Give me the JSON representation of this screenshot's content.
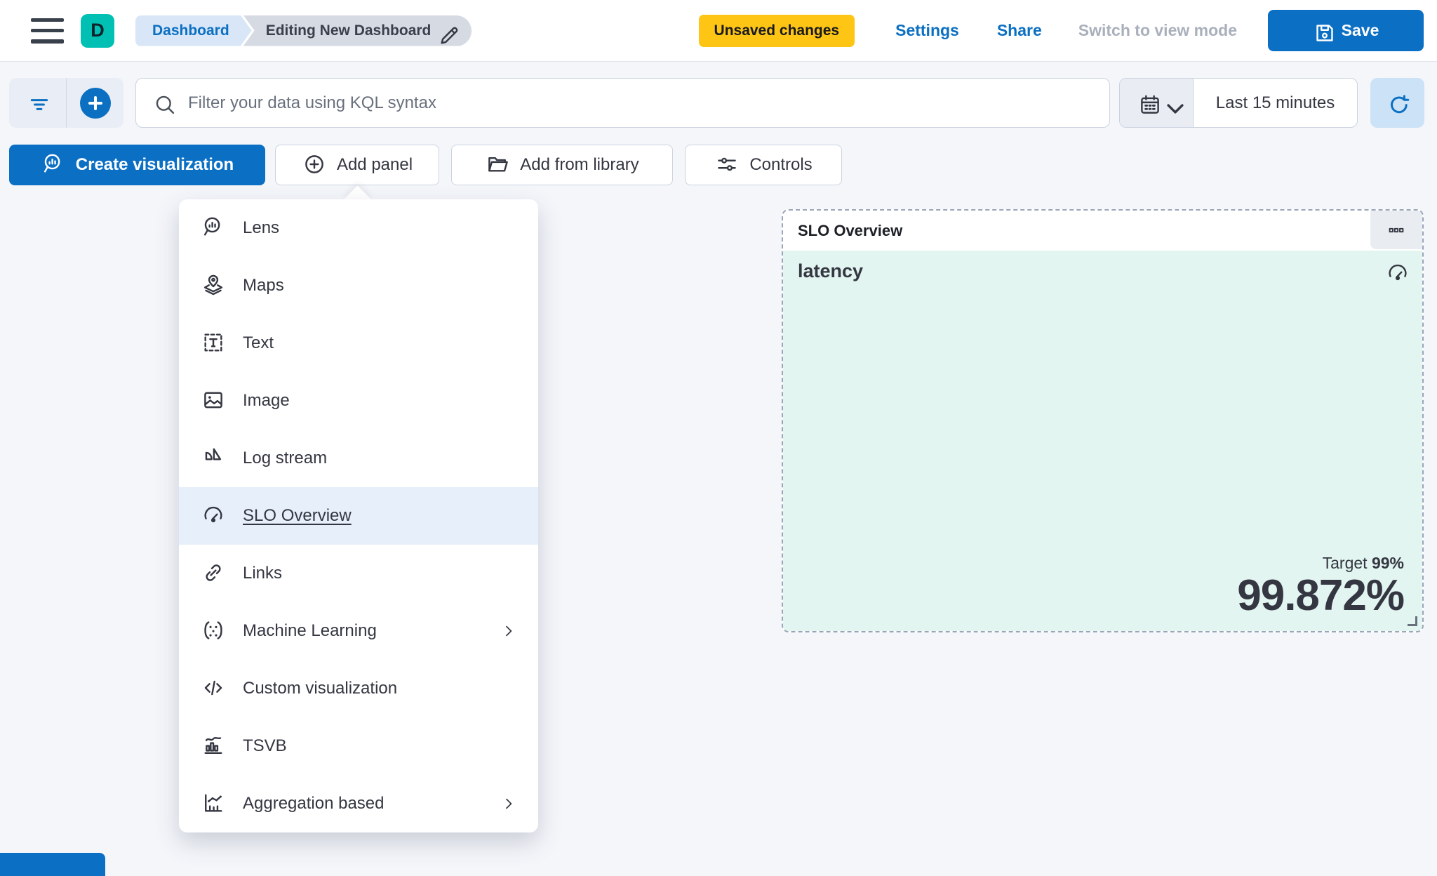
{
  "colors": {
    "accent_blue": "#0B6FC4",
    "link_blue": "#0B6FC2",
    "warning_yellow": "#FEC514",
    "brand_teal": "#00BFB3",
    "panel_tint_mint": "#E2F5F0",
    "menu_highlight": "#E7F0FA",
    "text_dark": "#343741",
    "muted_gray": "#A9B0BC"
  },
  "header": {
    "logo_letter": "D",
    "breadcrumb": {
      "first": "Dashboard",
      "second": "Editing New Dashboard",
      "second_icon": "pencil-icon"
    },
    "unsaved_badge": "Unsaved changes",
    "settings_link": "Settings",
    "share_link": "Share",
    "switch_link": "Switch to view mode",
    "save_button": {
      "label": "Save",
      "icon": "save-icon"
    }
  },
  "filter_bar": {
    "filter_icon": "filter-icon",
    "add_filter_icon": "plus-circle-icon",
    "search": {
      "icon": "search-icon",
      "placeholder": "Filter your data using KQL syntax"
    },
    "time_picker": {
      "calendar_icon": "calendar-icon",
      "chevron_icon": "chevron-down-icon",
      "value": "Last 15 minutes"
    },
    "refresh_icon": "refresh-icon"
  },
  "actions_bar": {
    "create_visualization": {
      "label": "Create visualization",
      "icon": "lens-icon"
    },
    "add_panel": {
      "label": "Add panel",
      "icon": "plus-circle-outline-icon"
    },
    "add_from_library": {
      "label": "Add from library",
      "icon": "folder-icon"
    },
    "controls": {
      "label": "Controls",
      "icon": "sliders-icon"
    }
  },
  "add_panel_menu": {
    "items": [
      {
        "label": "Lens",
        "icon": "lens-icon"
      },
      {
        "label": "Maps",
        "icon": "maps-icon"
      },
      {
        "label": "Text",
        "icon": "text-icon"
      },
      {
        "label": "Image",
        "icon": "image-icon"
      },
      {
        "label": "Log stream",
        "icon": "log-stream-icon"
      },
      {
        "label": "SLO Overview",
        "icon": "gauge-icon",
        "highlighted": true
      },
      {
        "label": "Links",
        "icon": "link-icon"
      },
      {
        "label": "Machine Learning",
        "icon": "machine-learning-icon",
        "submenu_icon": "chevron-right-icon"
      },
      {
        "label": "Custom visualization",
        "icon": "code-icon"
      },
      {
        "label": "TSVB",
        "icon": "tsvb-icon"
      },
      {
        "label": "Aggregation based",
        "icon": "aggregation-icon",
        "submenu_icon": "chevron-right-icon"
      }
    ]
  },
  "slo_panel": {
    "title": "SLO Overview",
    "options_icon": "boxes-horizontal-icon",
    "metric_name": "latency",
    "metric_icon": "gauge-icon",
    "target_label": "Target",
    "target_value": "99%",
    "value": "99.872%"
  }
}
